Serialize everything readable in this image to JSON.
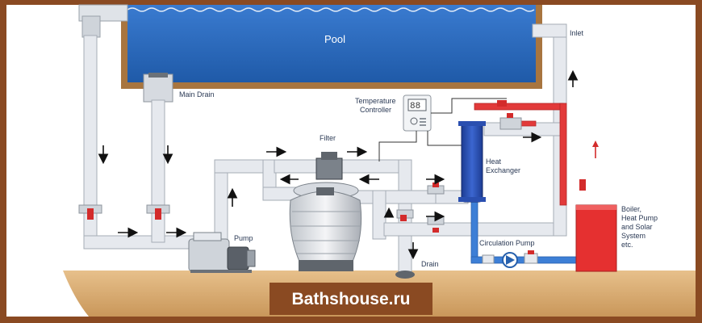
{
  "labels": {
    "pool": "Pool",
    "main_drain": "Main Drain",
    "temperature_controller": [
      "Temperature",
      "Controller"
    ],
    "filter": "Filter",
    "inlet": "Inlet",
    "heat_exchanger": [
      "Heat",
      "Exchanger"
    ],
    "pump": "Pump",
    "drain": "Drain",
    "circulation_pump": "Circulation Pump",
    "boiler": [
      "Boiler,",
      "Heat Pump",
      "and Solar",
      "System",
      "etc."
    ]
  },
  "controller_display": "88",
  "watermark": "Bathshouse.ru",
  "colors": {
    "frame": "#8a4a22",
    "pool_water": "#2f6fbf",
    "pipe": "#e4e8ee",
    "hot_pipe": "#e23a3a",
    "cold_pipe": "#3d7fd6",
    "heat_exchanger": "#2a4fb0",
    "boiler": "#e53030",
    "ground": "#d9b07a"
  }
}
